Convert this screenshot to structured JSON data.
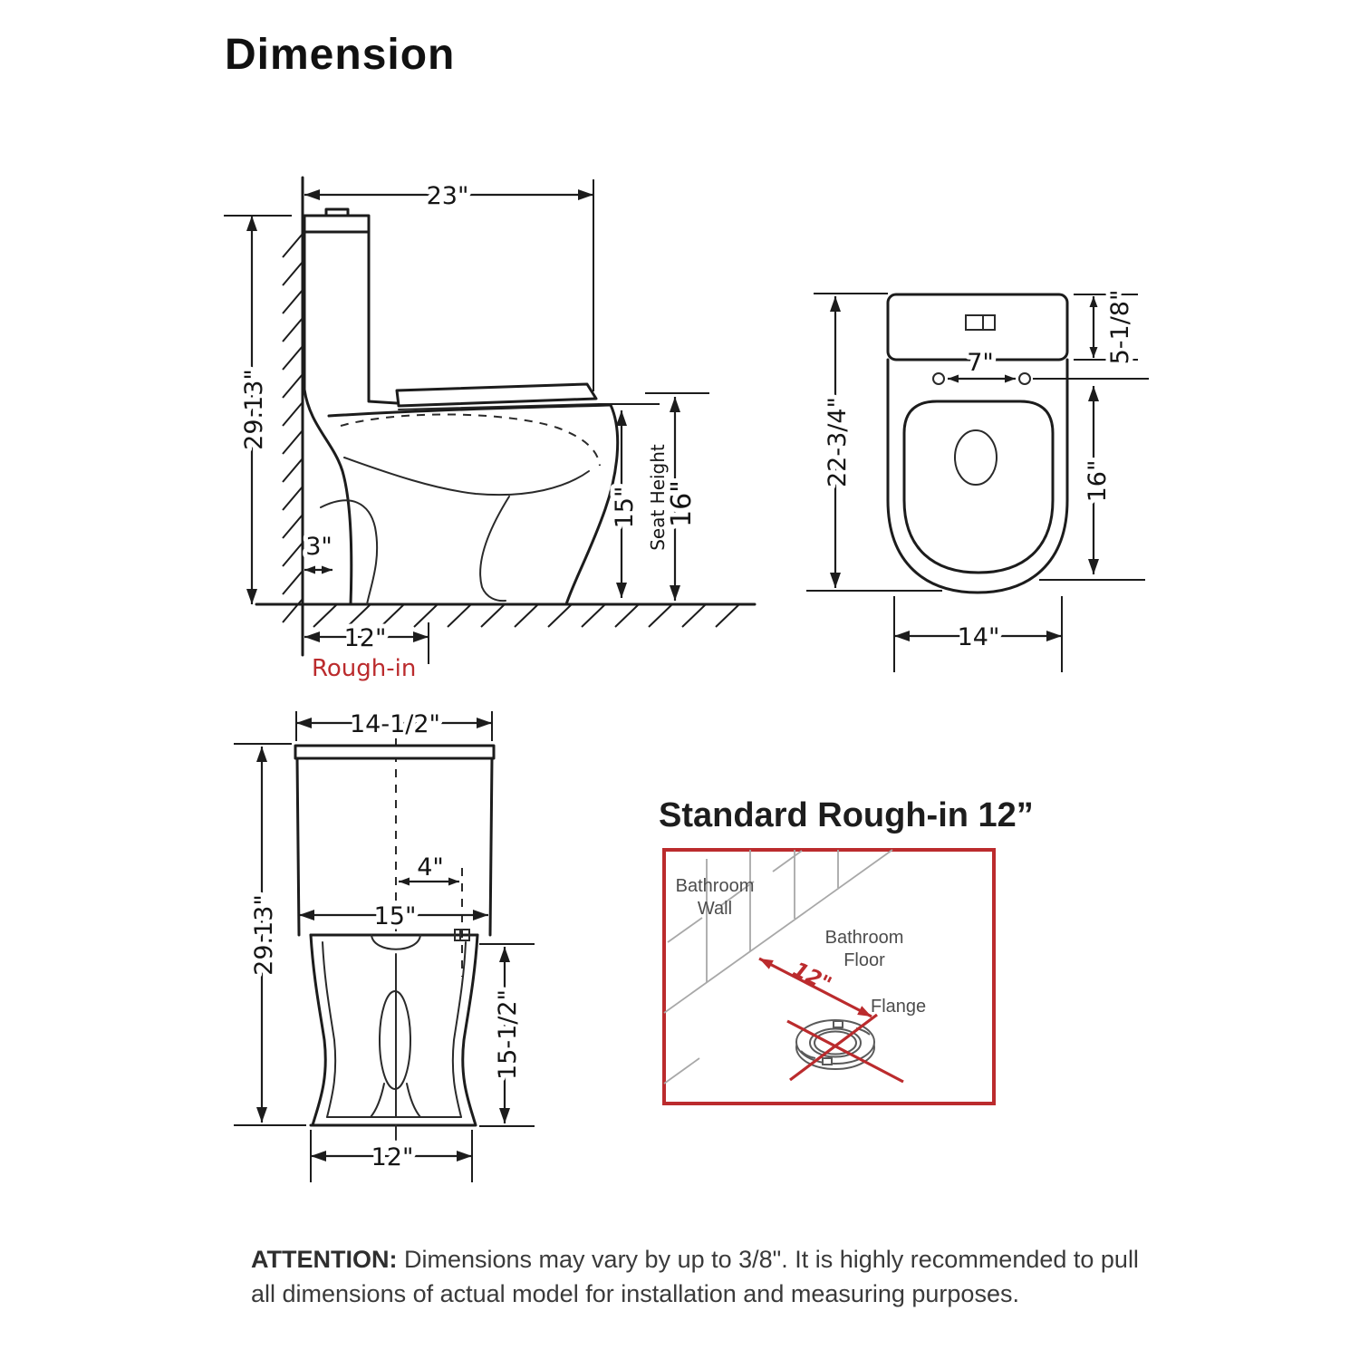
{
  "page": {
    "title": "Dimension"
  },
  "colors": {
    "line": "#1c1c1c",
    "accent_red": "#bb2b2d",
    "tile_gray": "#a8a8a8",
    "label_gray": "#4c4c4c"
  },
  "side_view": {
    "top_width": "23\"",
    "overall_height": "29.13\"",
    "wall_gap": "3\"",
    "bowl_height": "15\"",
    "seat_height_label": "Seat Height",
    "seat_height": "16\"",
    "rough_in_value": "12\"",
    "rough_in_label": "Rough-in"
  },
  "top_view": {
    "overall_depth": "22-3/4\"",
    "tank_lid_height": "5-1/8\"",
    "bolt_spacing": "7\"",
    "seat_length": "16\"",
    "bowl_width": "14\""
  },
  "front_view": {
    "tank_width": "14-1/2\"",
    "overall_height": "29.13\"",
    "offset": "4\"",
    "seat_width": "15\"",
    "bowl_height": "15-1/2\"",
    "base_width": "12\""
  },
  "rough_in_diagram": {
    "title": "Standard Rough-in 12”",
    "wall_label_line1": "Bathroom",
    "wall_label_line2": "Wall",
    "floor_label_line1": "Bathroom",
    "floor_label_line2": "Floor",
    "distance": "12\"",
    "flange_label": "Flange"
  },
  "attention": {
    "label": "ATTENTION:",
    "line1_rest": " Dimensions may vary by up to 3/8\". It is highly recommended to pull",
    "line2": "all dimensions of actual model for installation and measuring purposes."
  }
}
